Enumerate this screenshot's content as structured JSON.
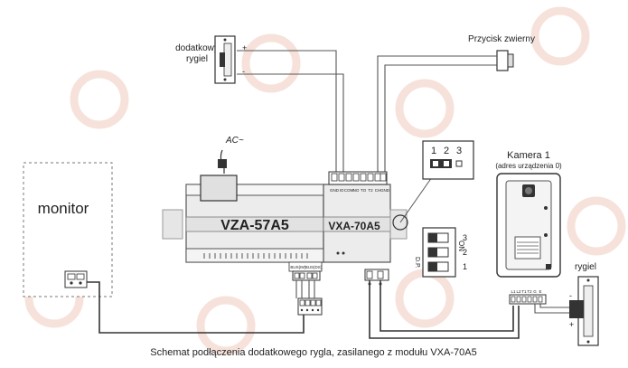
{
  "labels": {
    "extra_lock": [
      "dodatkowy",
      "rygiel"
    ],
    "door_button": "Przycisk zwierny",
    "ac": "AC~",
    "monitor": "monitor",
    "psu_module": "VZA-57A5",
    "control_module": "VXA-70A5",
    "camera_title": "Kamera 1",
    "camera_subtitle": "(adres urządzenia 0)",
    "lock": "rygiel",
    "dip_on": "ON",
    "dip_dp": "D.P.",
    "dip_numbers": [
      "3",
      "2",
      "1"
    ],
    "jumper_numbers": [
      "1",
      "2",
      "3"
    ],
    "bus_labels": [
      "BUS(IM)",
      "BUS(DS)"
    ],
    "control_terminals": [
      "GND",
      "IO",
      "COM",
      "NO",
      "TO",
      "T2",
      "CH",
      "GND"
    ],
    "camera_terminals": [
      "L1",
      "L2",
      "T1",
      "T2",
      "G",
      "E"
    ],
    "polarity_plus": "+",
    "polarity_minus": "-",
    "caption": "Schemat podłączenia dodatkowego rygla, zasilanego z modułu VXA-70A5"
  },
  "colors": {
    "line": "#333333",
    "watermark": "#f3d9cf",
    "module_fill": "#ececec"
  }
}
